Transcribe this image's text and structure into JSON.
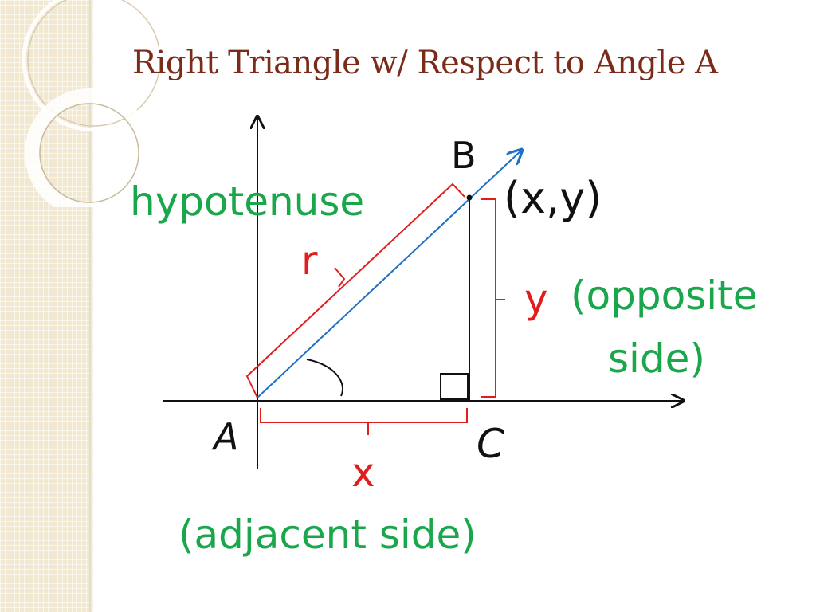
{
  "slide": {
    "title": "Right Triangle w/ Respect to Angle A"
  },
  "diagram": {
    "labels": {
      "hypotenuse": "hypotenuse",
      "r": "r",
      "point_b": "B",
      "coordinates": "(x,y)",
      "y": "y",
      "opposite_line1": "(opposite",
      "opposite_line2": "side)",
      "point_a": "A",
      "point_c": "C",
      "x": "x",
      "adjacent": "(adjacent side)"
    },
    "colors": {
      "title": "#7a2b19",
      "side_names": "#1aa64a",
      "side_variables": "#e11d1d",
      "terminal_ray": "#1f6fc5",
      "axes_and_points": "#111111"
    }
  }
}
